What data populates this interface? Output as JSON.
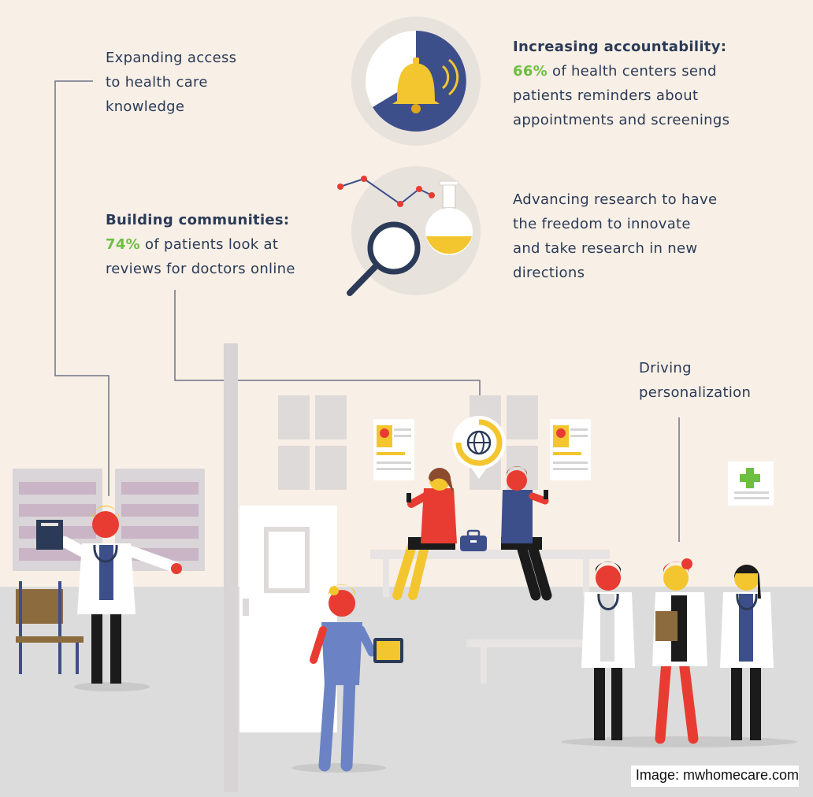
{
  "texts": {
    "expanding": [
      "Expanding access",
      "to health care",
      "knowledge"
    ],
    "accountability_title": "Increasing accountability:",
    "accountability_pct": "66%",
    "accountability_lines": [
      " of health centers send",
      "patients reminders about",
      "appointments and screenings"
    ],
    "communities_title": "Building communities:",
    "communities_pct": "74%",
    "communities_lines": [
      " of patients look at",
      "reviews for doctors online"
    ],
    "research": [
      "Advancing research to have",
      "the freedom to innovate",
      "and take research in new",
      "directions"
    ],
    "personalization": [
      "Driving",
      "personalization"
    ],
    "credit": "Image: mwhomecare.com"
  },
  "icons": [
    "bell-icon",
    "line-chart-icon",
    "magnifier-icon",
    "flask-icon",
    "globe-icon",
    "medical-cross-icon",
    "doctor-profile-icon",
    "book-icon",
    "tablet-icon",
    "medical-bag-icon"
  ],
  "colors": {
    "background": "#f8efe6",
    "navy": "#2b3b57",
    "accent_green": "#6cbf3f",
    "yellow": "#f3c62f",
    "red": "#e83c32",
    "blue": "#3d4f8a",
    "floor": "#dcdcdc",
    "wall": "#d8d3d5"
  }
}
